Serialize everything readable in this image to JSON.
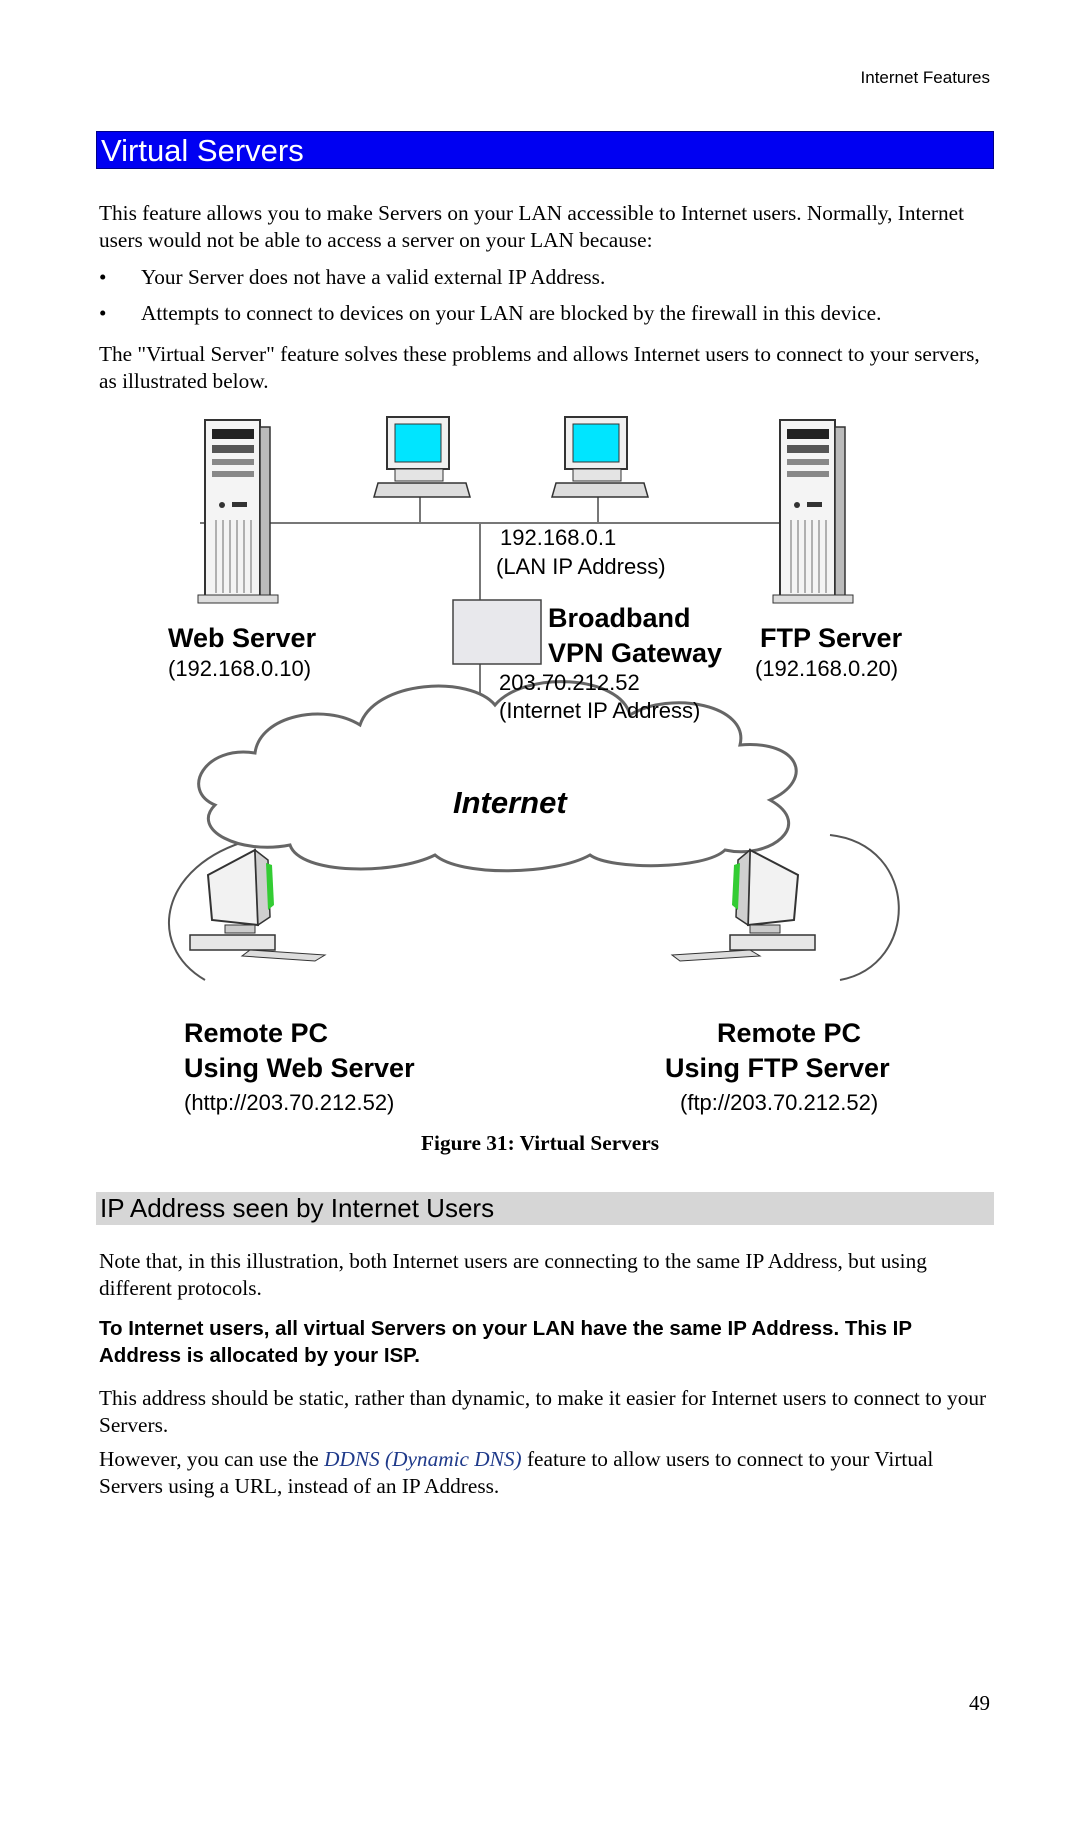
{
  "header": {
    "running_title": "Internet Features"
  },
  "section": {
    "title": "Virtual Servers",
    "intro": "This feature allows you to make Servers on your LAN accessible to Internet users. Normally, Internet users would not be able to access a server on your LAN because:",
    "bullets": [
      "Your Server does not have a valid external IP Address.",
      "Attempts to connect to devices on your LAN are blocked by the firewall in this device."
    ],
    "solution": "The \"Virtual Server\" feature solves these problems and allows Internet users to connect to your servers, as illustrated below."
  },
  "figure": {
    "lan_ip": "192.168.0.1",
    "lan_ip_label": "(LAN IP Address)",
    "gateway_line1": "Broadband",
    "gateway_line2": "VPN Gateway",
    "internet_ip": "203.70.212.52",
    "internet_ip_label": "(Internet IP Address)",
    "web_server": "Web Server",
    "web_server_ip": "(192.168.0.10)",
    "ftp_server": "FTP Server",
    "ftp_server_ip": "(192.168.0.20)",
    "cloud_label": "Internet",
    "remote_web_line1": "Remote PC",
    "remote_web_line2": "Using Web Server",
    "remote_web_url": "(http://203.70.212.52)",
    "remote_ftp_line1": "Remote PC",
    "remote_ftp_line2": "Using FTP Server",
    "remote_ftp_url": "(ftp://203.70.212.52)",
    "caption": "Figure 31: Virtual Servers",
    "colors": {
      "screen": "#00e5ff",
      "monitor_accent": "#33cc33",
      "gateway_box": "#e8e8ec"
    }
  },
  "subsection": {
    "title": "IP Address seen by Internet Users",
    "para1": "Note that, in this illustration, both Internet users are connecting to the same IP Address, but using different protocols.",
    "bold_para": "To Internet users, all virtual Servers on your LAN have the same IP Address. This IP Address is allocated by your ISP.",
    "para2": "This address should be static, rather than dynamic, to make it easier for Internet users to connect to your Servers.",
    "para3_before": "However, you can use the ",
    "para3_link": "DDNS (Dynamic DNS)",
    "para3_after": " feature to allow users to connect to your Virtual Servers using a URL, instead of an IP Address."
  },
  "footer": {
    "page_number": "49"
  }
}
